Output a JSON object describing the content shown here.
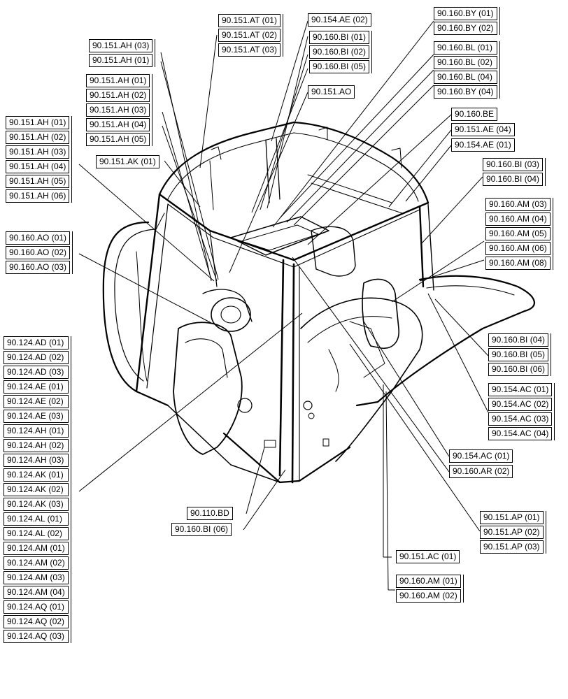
{
  "groups": [
    {
      "id": "g1",
      "labels": [
        "90.151.AH (03)",
        "90.151.AH (01)"
      ]
    },
    {
      "id": "g2",
      "labels": [
        "90.151.AT (01)",
        "90.151.AT (02)",
        "90.151.AT (03)"
      ]
    },
    {
      "id": "g3",
      "labels": [
        "90.154.AE (02)"
      ]
    },
    {
      "id": "g4",
      "labels": [
        "90.160.BI (01)",
        "90.160.BI (02)",
        "90.160.BI (05)"
      ]
    },
    {
      "id": "g5",
      "labels": [
        "90.160.BY (01)",
        "90.160.BY (02)"
      ]
    },
    {
      "id": "g6",
      "labels": [
        "90.160.BL (01)",
        "90.160.BL (02)",
        "90.160.BL (04)",
        "90.160.BY (04)"
      ]
    },
    {
      "id": "g7",
      "labels": [
        "90.151.AH (01)",
        "90.151.AH (02)",
        "90.151.AH (03)",
        "90.151.AH (04)",
        "90.151.AH (05)"
      ]
    },
    {
      "id": "g8",
      "labels": [
        "90.151.AO"
      ]
    },
    {
      "id": "g9",
      "labels": [
        "90.151.AH (01)",
        "90.151.AH (02)",
        "90.151.AH (03)",
        "90.151.AH (04)",
        "90.151.AH (05)",
        "90.151.AH (06)"
      ]
    },
    {
      "id": "g10",
      "labels": [
        "90.151.AK (01)"
      ]
    },
    {
      "id": "g11",
      "labels": [
        "90.160.BE"
      ]
    },
    {
      "id": "g12",
      "labels": [
        "90.151.AE (04)"
      ]
    },
    {
      "id": "g13",
      "labels": [
        "90.154.AE (01)"
      ]
    },
    {
      "id": "g14",
      "labels": [
        "90.160.BI (03)",
        "90.160.BI (04)"
      ]
    },
    {
      "id": "g15",
      "labels": [
        "90.160.AM (03)",
        "90.160.AM (04)",
        "90.160.AM (05)",
        "90.160.AM (06)",
        "90.160.AM (08)"
      ]
    },
    {
      "id": "g16",
      "labels": [
        "90.160.AO (01)",
        "90.160.AO (02)",
        "90.160.AO (03)"
      ]
    },
    {
      "id": "g17",
      "labels": [
        "90.124.AD (01)",
        "90.124.AD (02)",
        "90.124.AD (03)",
        "90.124.AE (01)",
        "90.124.AE (02)",
        "90.124.AE (03)",
        "90.124.AH (01)",
        "90.124.AH (02)",
        "90.124.AH (03)",
        "90.124.AK (01)",
        "90.124.AK (02)",
        "90.124.AK (03)",
        "90.124.AL (01)",
        "90.124.AL (02)",
        "90.124.AM (01)",
        "90.124.AM (02)",
        "90.124.AM (03)",
        "90.124.AM (04)",
        "90.124.AQ (01)",
        "90.124.AQ (02)",
        "90.124.AQ (03)"
      ]
    },
    {
      "id": "g18",
      "labels": [
        "90.160.BI (04)",
        "90.160.BI (05)",
        "90.160.BI (06)"
      ]
    },
    {
      "id": "g19",
      "labels": [
        "90.154.AC (01)",
        "90.154.AC (02)",
        "90.154.AC (03)",
        "90.154.AC (04)"
      ]
    },
    {
      "id": "g20",
      "labels": [
        "90.154.AC (01)"
      ]
    },
    {
      "id": "g21",
      "labels": [
        "90.160.AR (02)"
      ]
    },
    {
      "id": "g22",
      "labels": [
        "90.110.BD"
      ]
    },
    {
      "id": "g23",
      "labels": [
        "90.160.BI (06)"
      ]
    },
    {
      "id": "g24",
      "labels": [
        "90.151.AP (01)",
        "90.151.AP (02)",
        "90.151.AP (03)"
      ]
    },
    {
      "id": "g25",
      "labels": [
        "90.151.AC (01)"
      ]
    },
    {
      "id": "g26",
      "labels": [
        "90.160.AM (01)",
        "90.160.AM (02)"
      ]
    }
  ]
}
